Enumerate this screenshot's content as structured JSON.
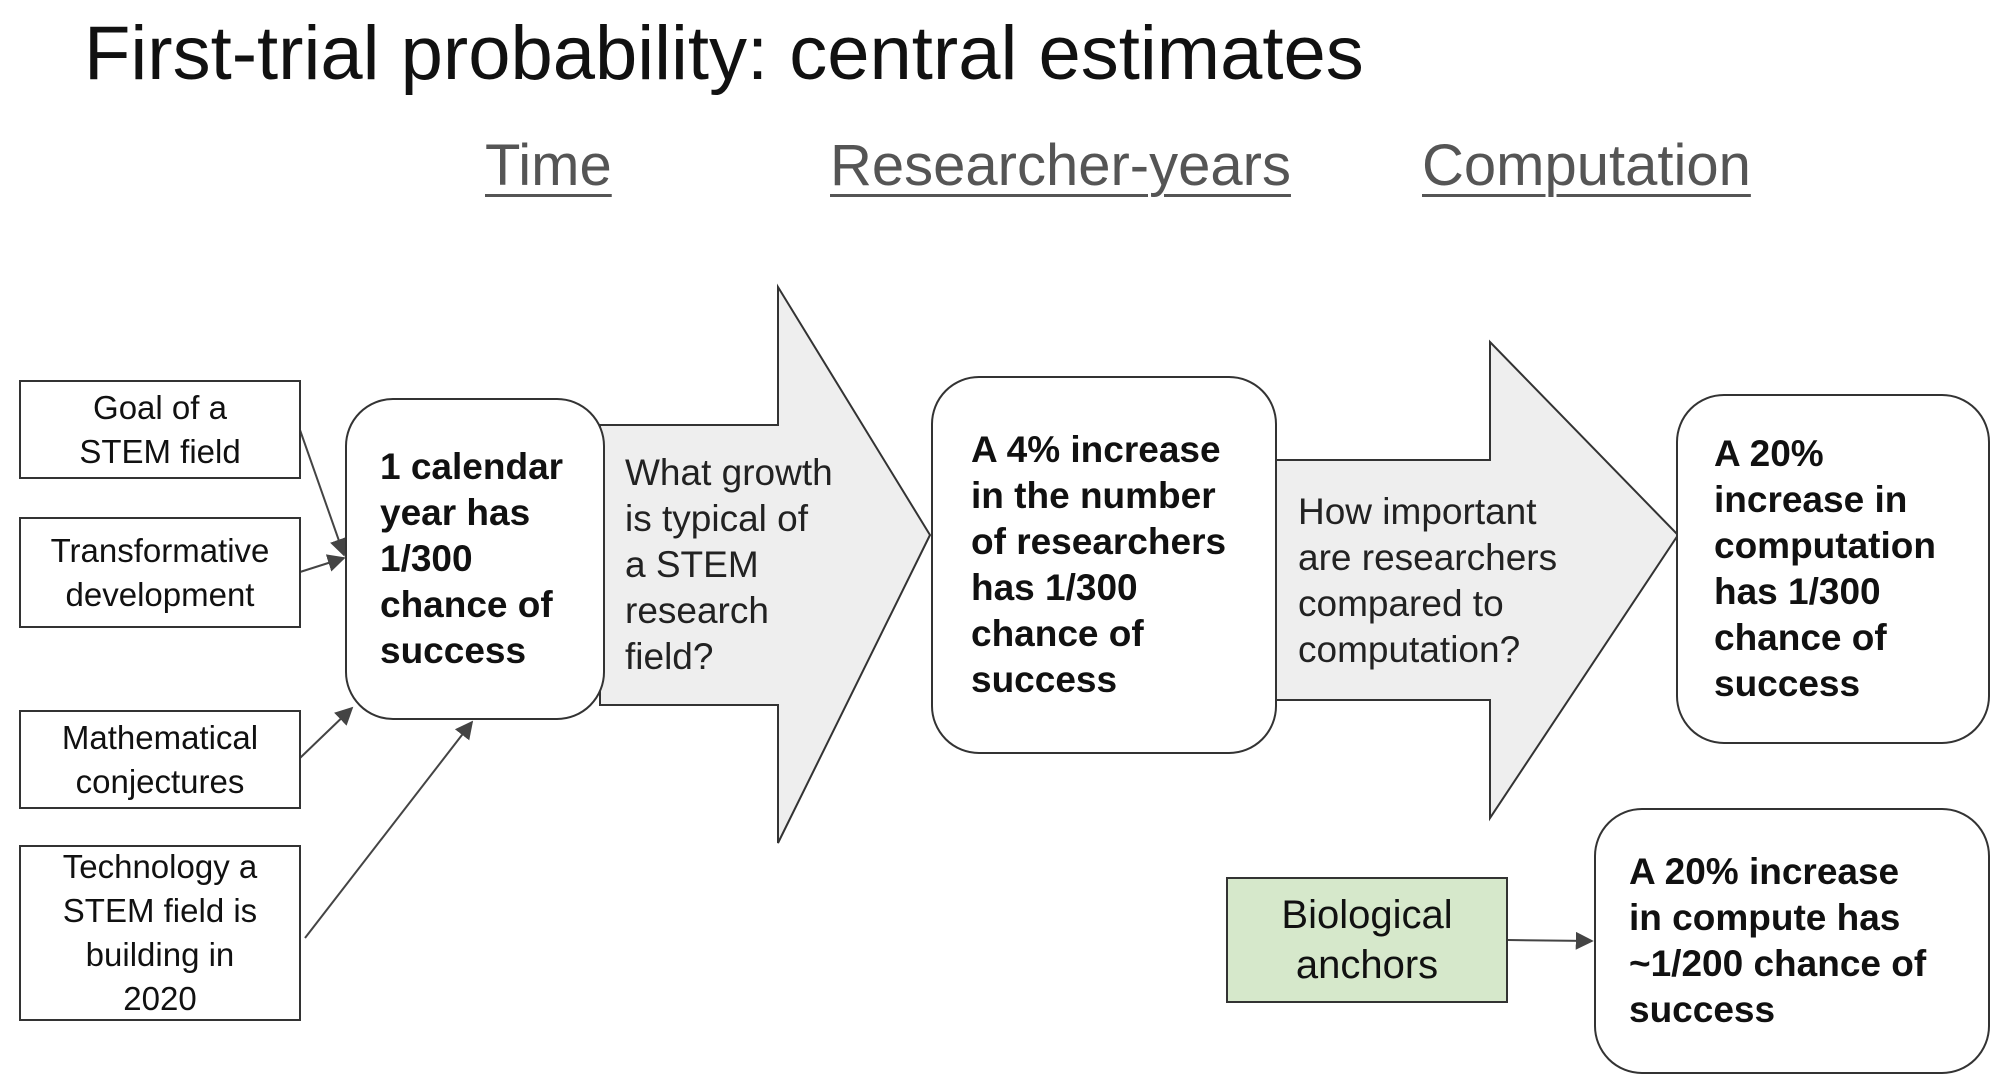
{
  "title": "First-trial probability: central estimates",
  "columns": {
    "time": "Time",
    "researcher_years": "Researcher-years",
    "computation": "Computation"
  },
  "sources": [
    "Goal of a\nSTEM field",
    "Transformative\ndevelopment",
    "Mathematical\nconjectures",
    "Technology a\nSTEM field is\nbuilding in\n2020"
  ],
  "estimates": {
    "time": "1 calendar\nyear has\n1/300\nchance of\nsuccess",
    "researchers": "A 4% increase\nin the number\nof researchers\nhas 1/300\nchance of\nsuccess",
    "computation": " A 20%\nincrease in\ncomputation\nhas 1/300\nchance of\nsuccess",
    "bio": "A 20% increase\nin compute has\n~1/200 chance of\nsuccess"
  },
  "questions": {
    "growth": "What growth\nis typical of\na STEM\nresearch\nfield?",
    "importance": "How important\nare researchers\ncompared to\ncomputation?"
  },
  "bio_anchor": "Biological\nanchors",
  "colors": {
    "arrow_fill": "#eeeeee",
    "bio_fill": "#d6e8cb",
    "stroke": "#333333",
    "heading": "#555555"
  }
}
